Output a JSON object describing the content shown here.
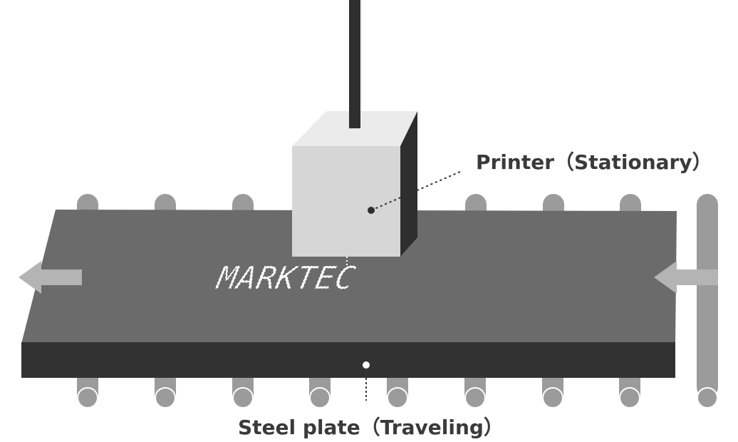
{
  "labels": {
    "printer": "Printer（Stationary）",
    "plate": "Steel plate（Traveling）",
    "marking": "MARKTEC"
  },
  "colors": {
    "background": "#ffffff",
    "plate_top": "#6b6b6b",
    "plate_edge": "#323232",
    "roller": "#9b9b9b",
    "printer_front": "#d6d6d6",
    "printer_top": "#ebebeb",
    "printer_side": "#2e2e2e",
    "arm": "#2e2e2e",
    "arrow": "#b4b4b4",
    "marking": "#ffffff",
    "text": "#3a3a3a"
  },
  "icons": {
    "left_arrow": "direction-arrow-left",
    "right_arrow": "direction-arrow-left"
  }
}
